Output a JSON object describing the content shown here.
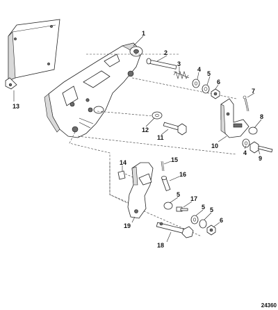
{
  "figure_number": "24360",
  "callouts": {
    "c1": "1",
    "c2": "2",
    "c3": "3",
    "c4a": "4",
    "c4b": "4",
    "c5a": "5",
    "c5b": "5",
    "c5c": "5",
    "c5d": "5",
    "c6a": "6",
    "c6b": "6",
    "c7": "7",
    "c8": "8",
    "c9": "9",
    "c10": "10",
    "c11": "11",
    "c12": "12",
    "c13": "13",
    "c14": "14",
    "c15": "15",
    "c16": "16",
    "c17": "17",
    "c18": "18",
    "c19": "19"
  }
}
